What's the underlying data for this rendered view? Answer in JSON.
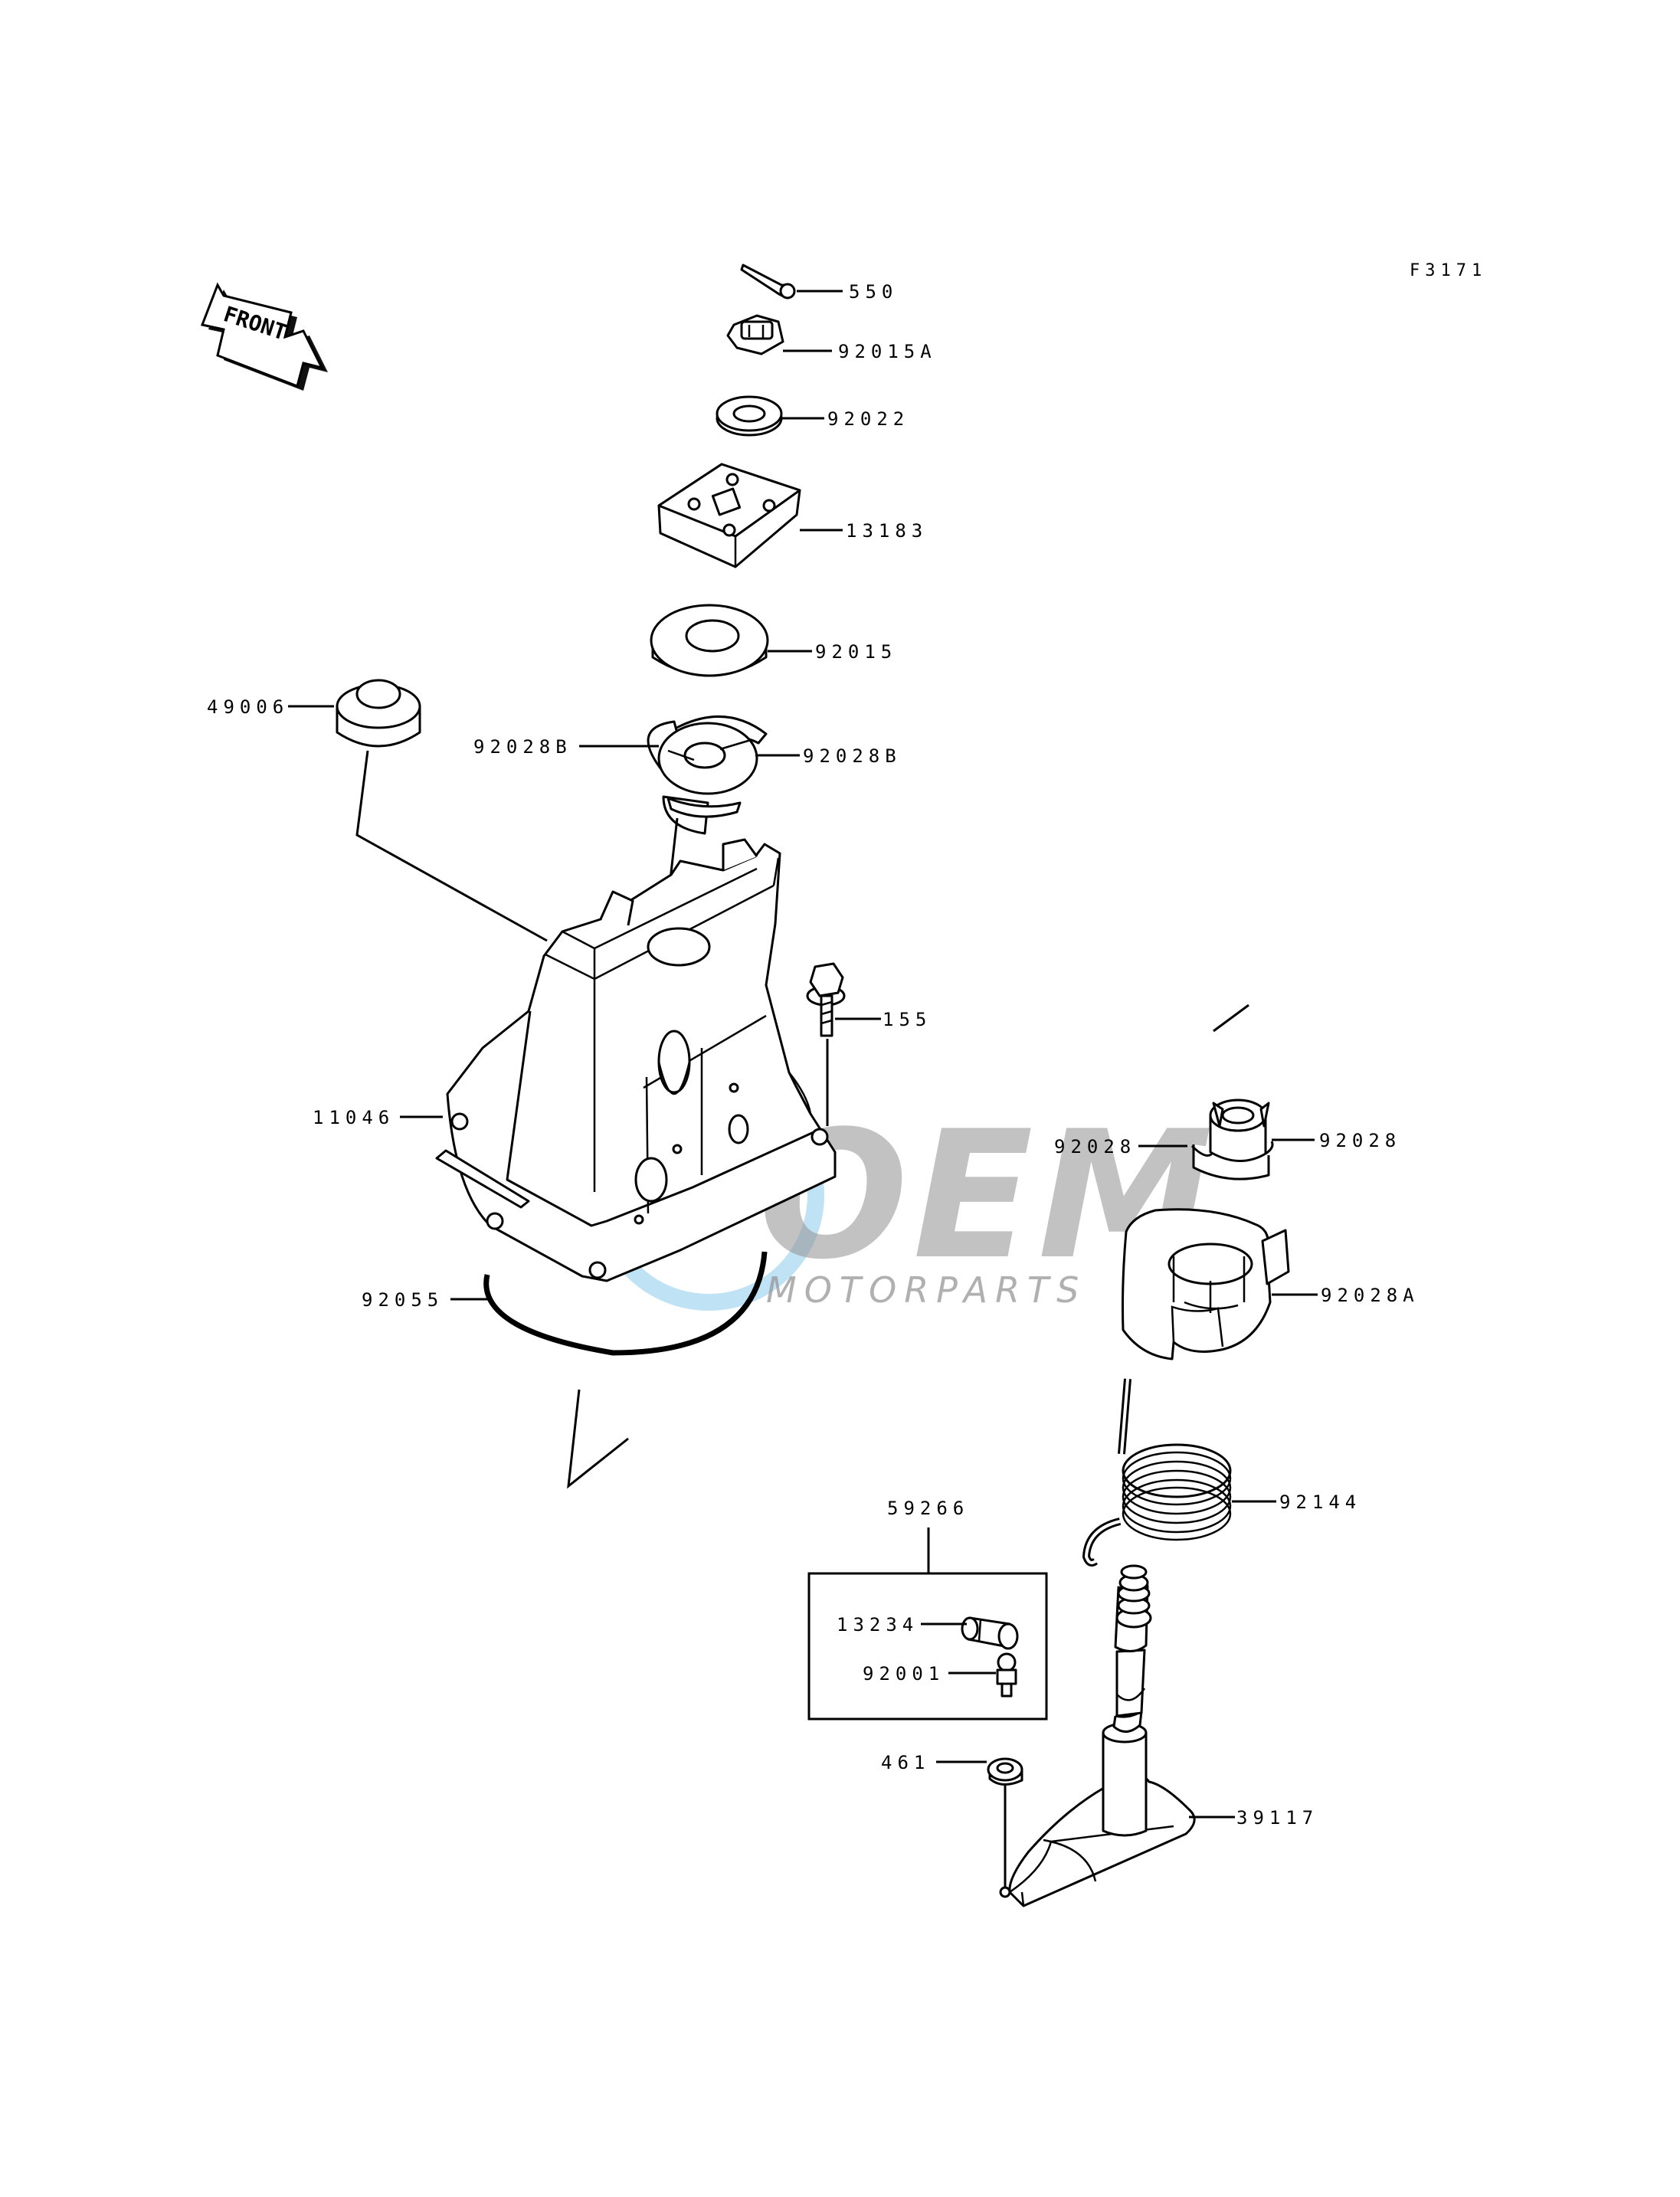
{
  "figure_code": "F3171",
  "front_arrow_text": "FRONT",
  "watermark": {
    "brand_text": "OEM",
    "sub_text": "MOTORPARTS",
    "colors": {
      "blue": "#2a9fe0",
      "grey": "#7d7d7d"
    }
  },
  "callouts": {
    "p550": "550",
    "p92015A": "92015A",
    "p92022": "92022",
    "p13183": "13183",
    "p92015": "92015",
    "p49006": "49006",
    "p92028B_left": "92028B",
    "p92028B_right": "92028B",
    "p155": "155",
    "p11046": "11046",
    "p92028_left": "92028",
    "p92028_right": "92028",
    "p92028A": "92028A",
    "p92055": "92055",
    "p59266": "59266",
    "p92144": "92144",
    "p13234": "13234",
    "p92001": "92001",
    "p461": "461",
    "p39117": "39117"
  }
}
